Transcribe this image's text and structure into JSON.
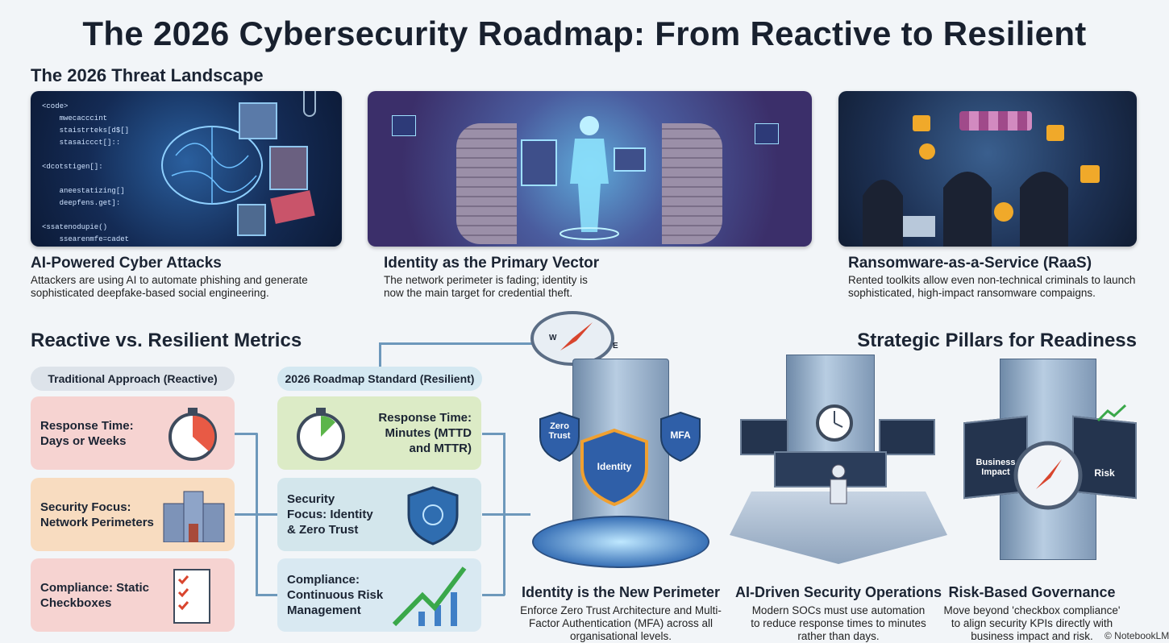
{
  "title": "The 2026 Cybersecurity Roadmap: From Reactive to Resilient",
  "threat": {
    "heading": "The 2026 Threat Landscape",
    "code_lines": "<code>\n    mwecacccint\n    staistrteks[d$[]\n    stasaiccct[]::\n\n<dcotstigen[]:\n\n    aneestatizing[]\n    deepfens.get]:\n\n<ssatenodupie()\n    ssearenmfe=cadet\n    phishing mease()\n    authors \"aedfen[n]\n  {/}>>s",
    "items": [
      {
        "title": "AI-Powered Cyber Attacks",
        "desc": "Attackers are using AI to automate phishing and generate sophisticated deepfake-based social engineering."
      },
      {
        "title": "Identity as the Primary Vector",
        "desc": "The network perimeter is fading; identity is now the main target for credential theft."
      },
      {
        "title": "Ransomware-as-a-Service (RaaS)",
        "desc": "Rented toolkits allow even non-technical criminals to launch sophisticated, high-impact ransomware compaigns."
      }
    ]
  },
  "metrics": {
    "heading": "Reactive vs. Resilient Metrics",
    "reactive_label": "Traditional Approach (Reactive)",
    "resilient_label": "2026 Roadmap Standard (Resilient)",
    "reactive": [
      "Response Time: Days or Weeks",
      "Security Focus: Network Perimeters",
      "Compliance: Static Checkboxes"
    ],
    "resilient": [
      "Response Time: Minutes (MTTD and MTTR)",
      "Security Focus: Identity & Zero Trust",
      "Compliance: Continuous Risk Management"
    ]
  },
  "pillars": {
    "heading": "Strategic Pillars for Readiness",
    "compass_letters": {
      "w": "W",
      "e": "E"
    },
    "badges": {
      "zero_trust": "Zero Trust",
      "mfa": "MFA",
      "identity": "Identity",
      "business_impact": "Business Impact",
      "risk": "Risk"
    },
    "items": [
      {
        "title": "Identity is the New Perimeter",
        "desc": "Enforce Zero Trust Architecture and Multi-Factor Authentication (MFA) across all organisational levels."
      },
      {
        "title": "AI-Driven Security Operations",
        "desc": "Modern SOCs must use automation to reduce response times to minutes rather than days."
      },
      {
        "title": "Risk-Based Governance",
        "desc": "Move beyond 'checkbox compliance' to align security KPIs directly with business impact and risk."
      }
    ]
  },
  "watermark": "© NotebookLM",
  "colors": {
    "reactive_red": "#f6d3d1",
    "reactive_orange": "#f8dcc0",
    "resilient_green": "#dcebc6",
    "resilient_blue": "#d3e6ec",
    "accent": "#6d98bb"
  }
}
